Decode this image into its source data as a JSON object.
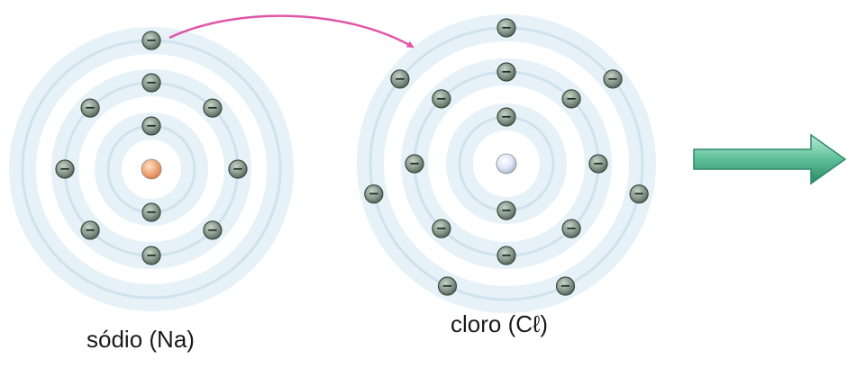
{
  "atoms": [
    {
      "id": "na",
      "label": "sódio (Na)",
      "nucleus_color": "#f0a878",
      "shells": [
        {
          "electrons": 2
        },
        {
          "electrons": 8
        },
        {
          "electrons": 1
        }
      ]
    },
    {
      "id": "cl",
      "label": "cloro (Cℓ)",
      "nucleus_color": "#d8e4f4",
      "shells": [
        {
          "electrons": 2
        },
        {
          "electrons": 8
        },
        {
          "electrons": 7
        }
      ]
    }
  ],
  "electron_symbol": "−",
  "colors": {
    "shell": "#c8e0ee",
    "electron_fill": "#8a9a8e",
    "electron_stroke": "#3a4a40",
    "transfer_arrow": "#e055a8",
    "result_arrow_fill": "#6cc4a0",
    "result_arrow_stroke": "#2e8a68"
  }
}
